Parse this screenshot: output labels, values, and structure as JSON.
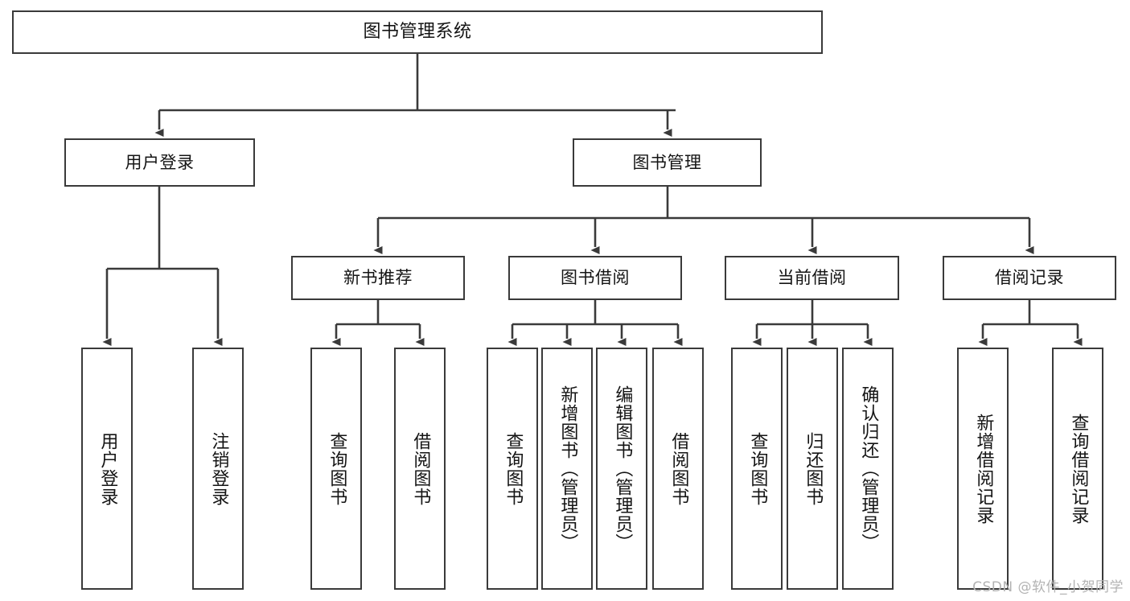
{
  "diagram": {
    "title": "图书管理系统",
    "type": "tree",
    "watermark": "CSDN @软件_小贺同学",
    "colors": {
      "stroke": "#3a3a3a",
      "text": "#141414",
      "background": "#ffffff",
      "watermark": "#b3b3b3"
    },
    "nodes": {
      "root": {
        "label": "图书管理系统"
      },
      "level2": [
        {
          "label": "用户登录"
        },
        {
          "label": "图书管理"
        }
      ],
      "level3": [
        {
          "label": "新书推荐"
        },
        {
          "label": "图书借阅"
        },
        {
          "label": "当前借阅"
        },
        {
          "label": "借阅记录"
        }
      ],
      "leaves": {
        "user_login": [
          {
            "label": "用户登录"
          },
          {
            "label": "注销登录"
          }
        ],
        "new_book_recommend": [
          {
            "label": "查询图书"
          },
          {
            "label": "借阅图书"
          }
        ],
        "book_borrow": [
          {
            "label": "查询图书"
          },
          {
            "label": "新增图书（管理员）"
          },
          {
            "label": "编辑图书（管理员）"
          },
          {
            "label": "借阅图书"
          }
        ],
        "current_borrow": [
          {
            "label": "查询图书"
          },
          {
            "label": "归还图书"
          },
          {
            "label": "确认归还（管理员）"
          }
        ],
        "borrow_record": [
          {
            "label": "新增借阅记录"
          },
          {
            "label": "查询借阅记录"
          }
        ]
      }
    }
  }
}
